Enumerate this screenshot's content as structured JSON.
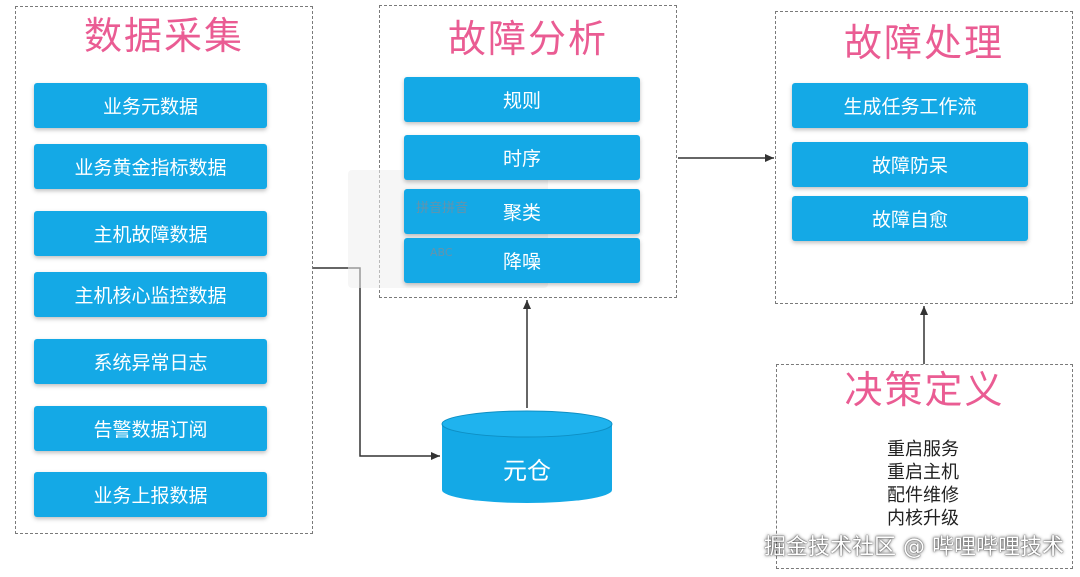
{
  "collection": {
    "title": "数据采集",
    "items": [
      "业务元数据",
      "业务黄金指标数据",
      "主机故障数据",
      "主机核心监控数据",
      "系统异常日志",
      "告警数据订阅",
      "业务上报数据"
    ]
  },
  "analysis": {
    "title": "故障分析",
    "items": [
      "规则",
      "时序",
      "聚类",
      "降噪"
    ],
    "ghost_texts": [
      "拼音拼音",
      "ABC"
    ]
  },
  "handling": {
    "title": "故障处理",
    "items": [
      "生成任务工作流",
      "故障防呆",
      "故障自愈"
    ]
  },
  "decision": {
    "title": "决策定义",
    "items": [
      "重启服务",
      "重启主机",
      "配件维修",
      "内核升级"
    ]
  },
  "warehouse": {
    "label": "元仓"
  },
  "watermark": "掘金技术社区 @ 哔哩哔哩技术",
  "colors": {
    "title": "#ea5c93",
    "box": "#14a9e6",
    "line": "#333333"
  }
}
